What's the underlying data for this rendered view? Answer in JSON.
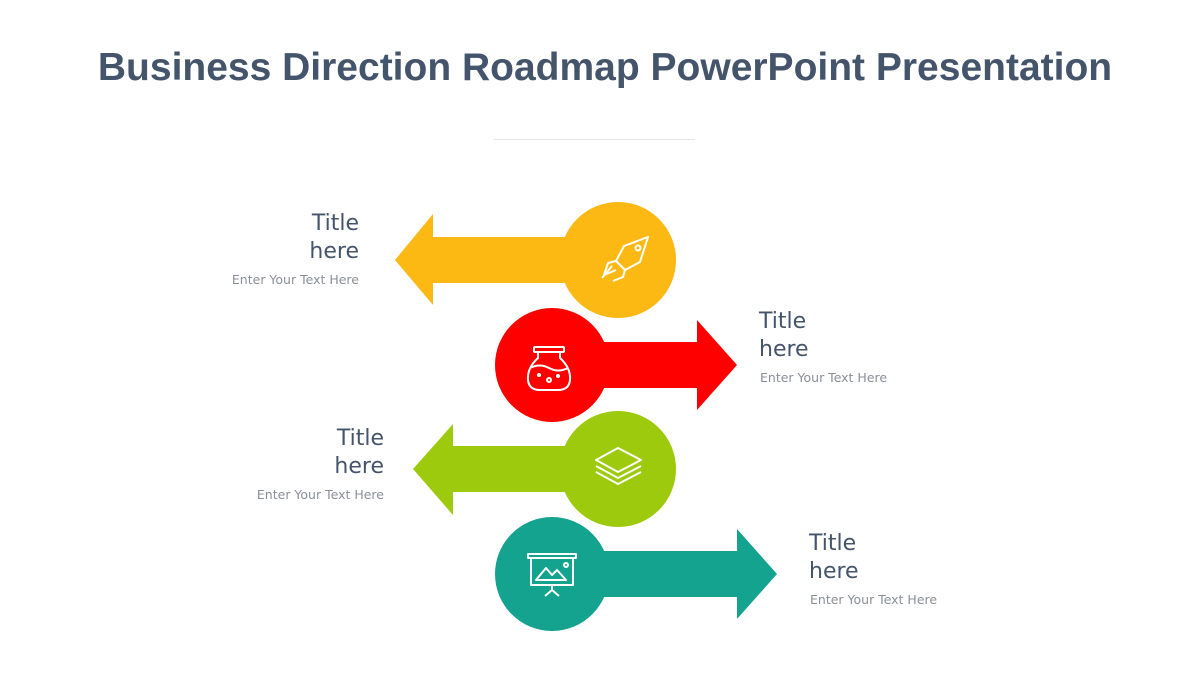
{
  "title": "Business Direction Roadmap PowerPoint Presentation",
  "colors": {
    "title": "#44546a",
    "yellow": "#fdb913",
    "red": "#ff0000",
    "green": "#9dca0c",
    "teal": "#13a38e"
  },
  "steps": [
    {
      "title": "Title here",
      "text": "Enter Your Text Here",
      "icon": "rocket-icon",
      "direction": "left",
      "color": "#fdb913"
    },
    {
      "title": "Title here",
      "text": "Enter Your Text Here",
      "icon": "flask-icon",
      "direction": "right",
      "color": "#ff0000"
    },
    {
      "title": "Title here",
      "text": "Enter Your Text Here",
      "icon": "layers-icon",
      "direction": "left",
      "color": "#9dca0c"
    },
    {
      "title": "Title here",
      "text": "Enter Your Text Here",
      "icon": "presentation-board-icon",
      "direction": "right",
      "color": "#13a38e"
    }
  ]
}
